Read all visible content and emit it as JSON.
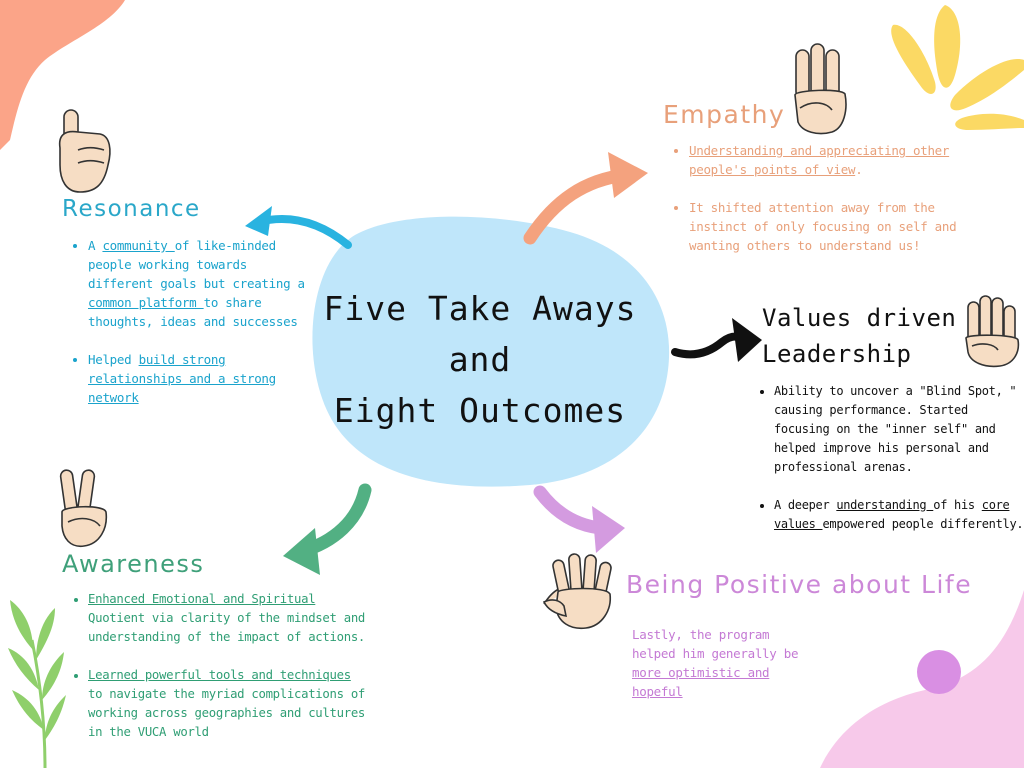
{
  "center": {
    "title_lines": [
      "Five Take Aways",
      "and",
      "Eight Outcomes"
    ]
  },
  "resonance": {
    "title": "Resonance",
    "points": [
      [
        {
          "t": "A ",
          "u": false
        },
        {
          "t": "community ",
          "u": true
        },
        {
          "t": "of like-minded people working towards different goals but creating a ",
          "u": false
        },
        {
          "t": "common platform ",
          "u": true
        },
        {
          "t": "to share thoughts, ideas and successes",
          "u": false
        }
      ],
      [
        {
          "t": "Helped ",
          "u": false
        },
        {
          "t": "build strong relationships and a strong network",
          "u": true
        }
      ]
    ]
  },
  "empathy": {
    "title": "Empathy",
    "points": [
      [
        {
          "t": "Understanding and appreciating other people's points of view",
          "u": true
        },
        {
          "t": ".",
          "u": false
        }
      ],
      [
        {
          "t": "It shifted attention away from the instinct of only focusing on self and wanting others to understand us!",
          "u": false
        }
      ]
    ]
  },
  "values": {
    "title_lines": [
      "Values driven",
      "Leadership"
    ],
    "points": [
      [
        {
          "t": "Ability to uncover a \"Blind Spot, \" causing performance. Started focusing on the \"inner self\" and helped improve his personal and professional arenas.",
          "u": false
        }
      ],
      [
        {
          "t": "A deeper ",
          "u": false
        },
        {
          "t": "understanding ",
          "u": true
        },
        {
          "t": "of his ",
          "u": false
        },
        {
          "t": "core values ",
          "u": true
        },
        {
          "t": "empowered people differently.",
          "u": false
        }
      ]
    ]
  },
  "awareness": {
    "title": "Awareness",
    "points": [
      [
        {
          "t": "Enhanced Emotional and Spiritual",
          "u": true
        },
        {
          "t": " Quotient via clarity of the mindset and understanding of the impact of actions.",
          "u": false
        }
      ],
      [
        {
          "t": "Learned powerful tools and techniques",
          "u": true
        },
        {
          "t": " to navigate the myriad complications of working across geographies and cultures in the VUCA world",
          "u": false
        }
      ]
    ]
  },
  "positive": {
    "title": "Being Positive about Life",
    "text": [
      {
        "t": "Lastly, the program helped him generally be ",
        "u": false
      },
      {
        "t": "more optimistic and hopeful",
        "u": true
      }
    ]
  },
  "colors": {
    "center_blob": "#bfe6fa",
    "resonance": "#29b3e0",
    "empathy": "#f4a27e",
    "values": "#111111",
    "awareness": "#52b083",
    "positive": "#d49be0",
    "corner_orange": "#fba488",
    "corner_pink": "#f7c9ea",
    "splash_yellow": "#fbd964",
    "leaf_green": "#8fcf6b",
    "dot_purple": "#d98fe3",
    "hand_skin": "#f6ddc4"
  },
  "icons": {
    "resonance": "one-finger-hand-icon",
    "awareness": "two-finger-hand-icon",
    "empathy": "three-finger-hand-icon",
    "values": "four-finger-hand-icon",
    "positive": "five-finger-hand-icon"
  }
}
